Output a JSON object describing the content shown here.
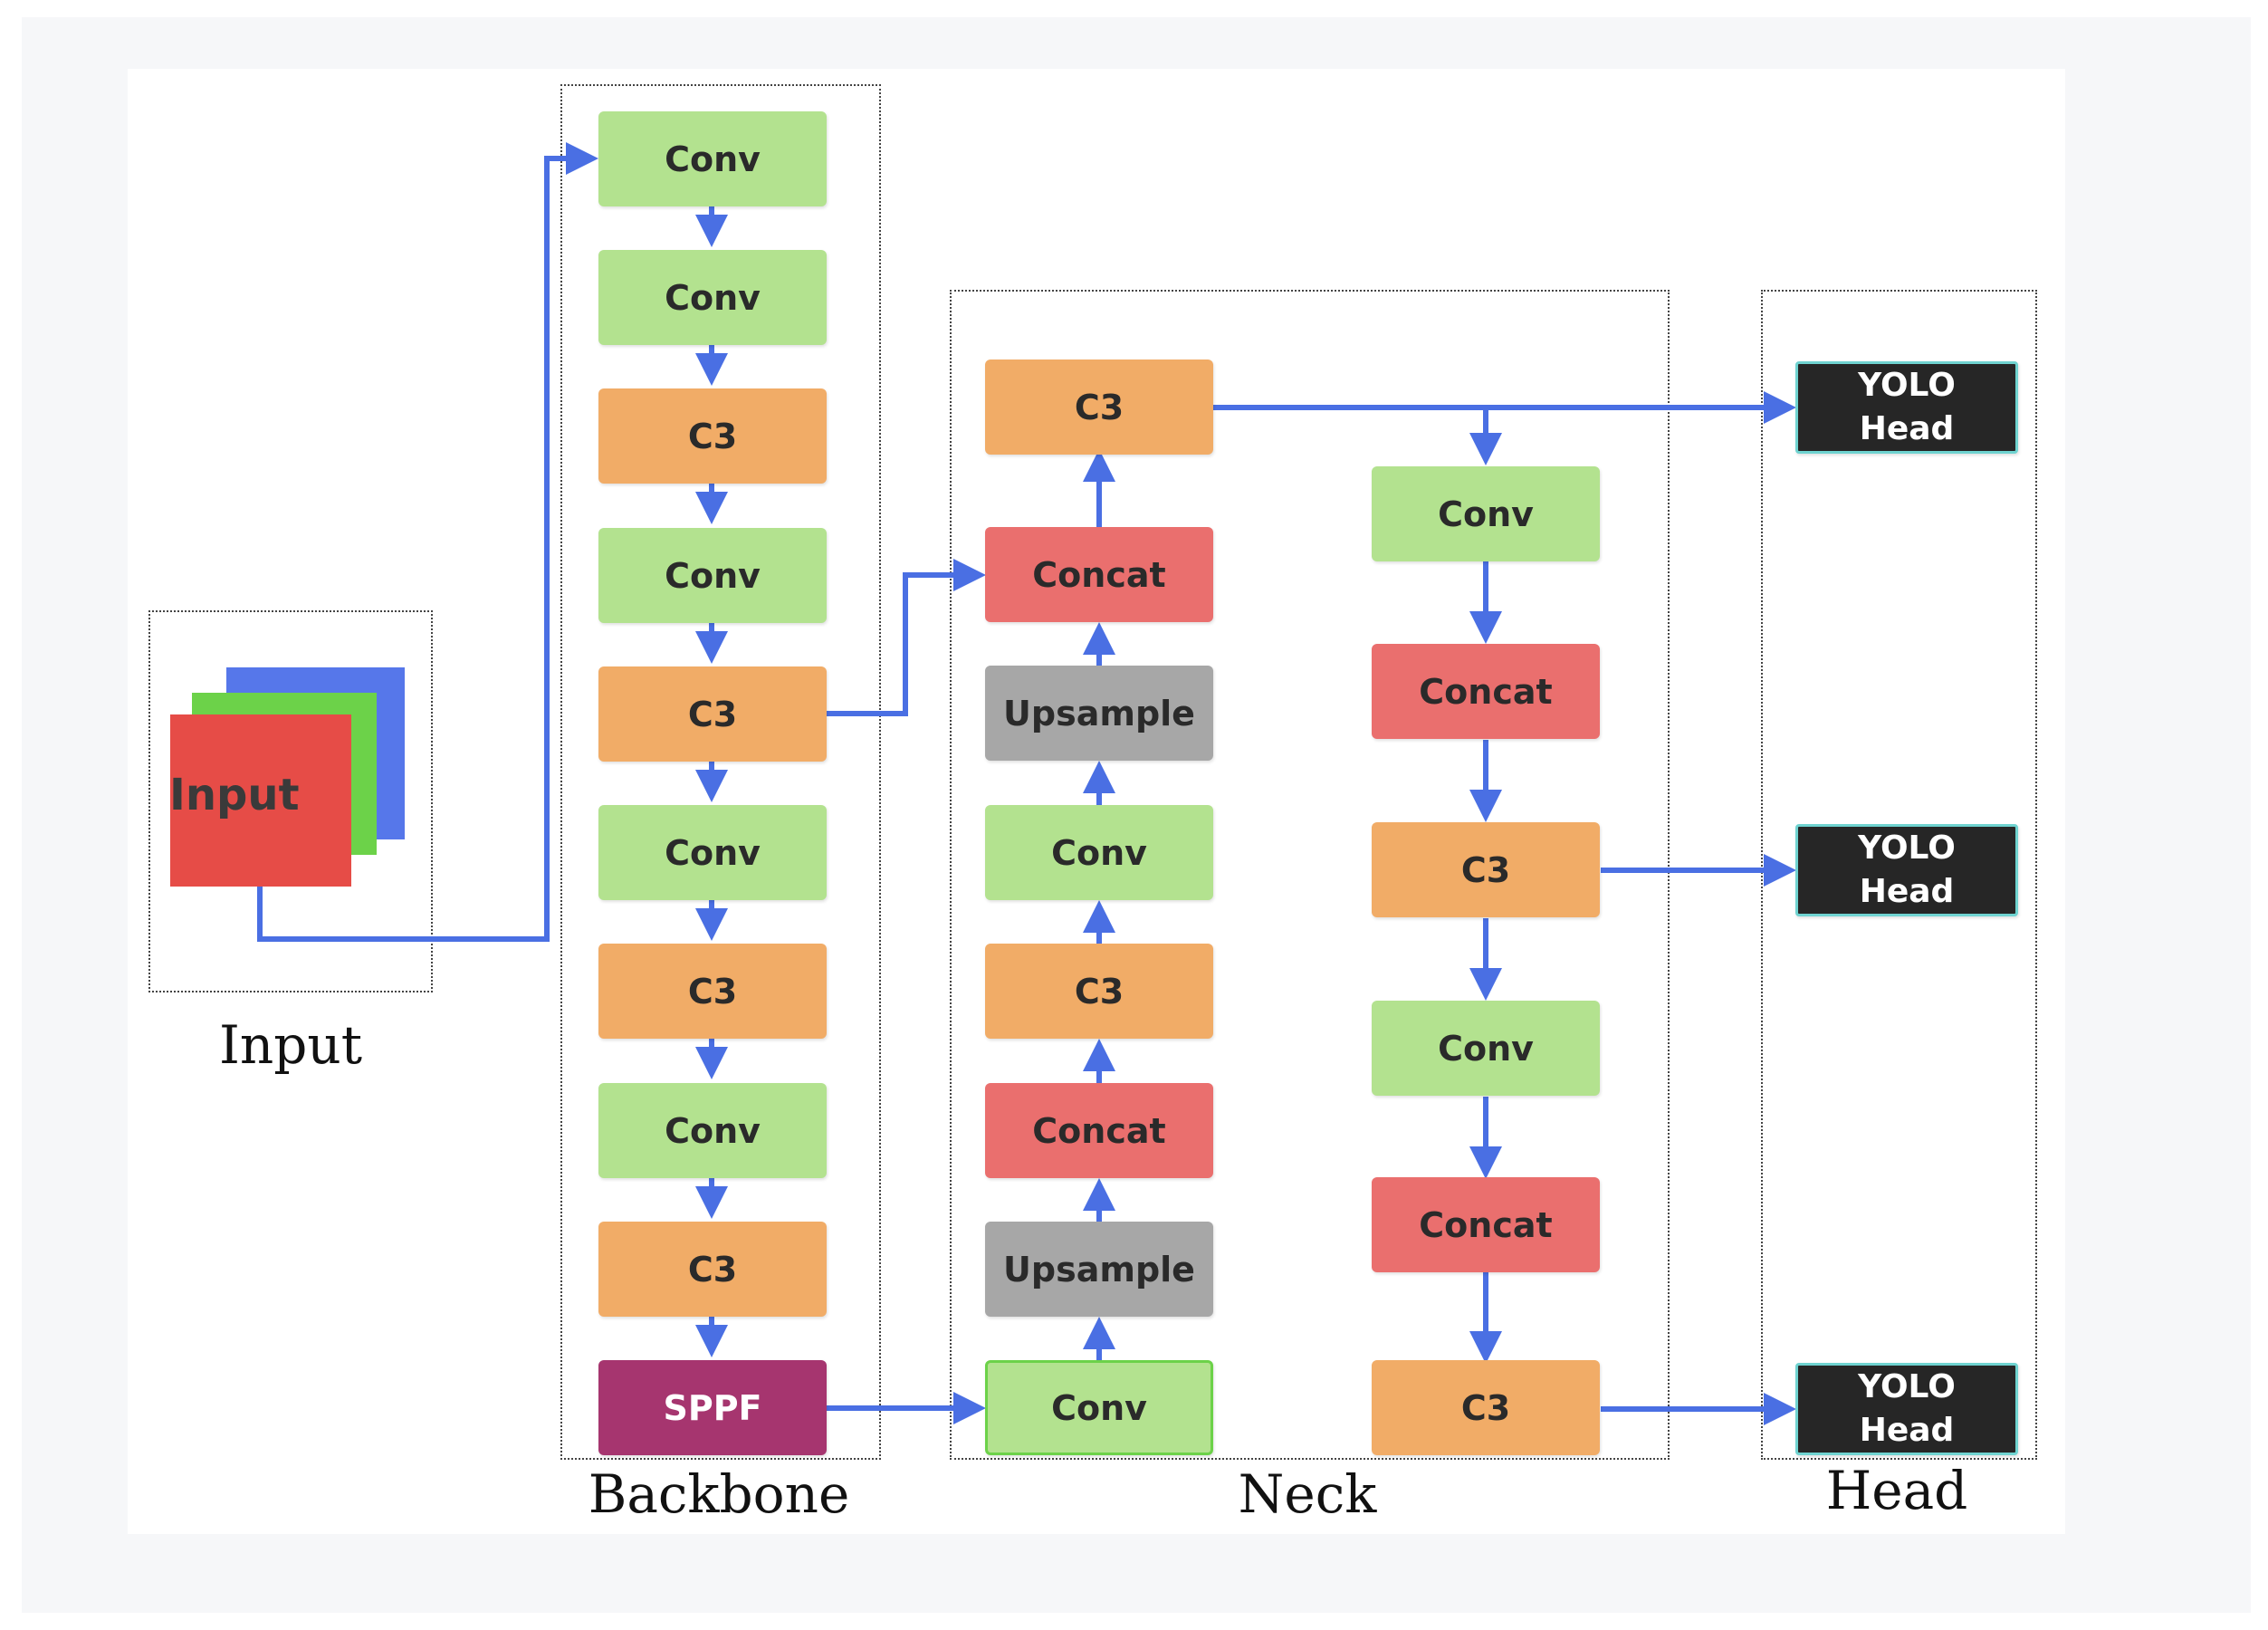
{
  "groups": {
    "input": "Input",
    "backbone": "Backbone",
    "neck": "Neck",
    "head": "Head"
  },
  "input_block": {
    "label": "Input"
  },
  "backbone": [
    "Conv",
    "Conv",
    "C3",
    "Conv",
    "C3",
    "Conv",
    "C3",
    "Conv",
    "C3",
    "SPPF"
  ],
  "neck_left": [
    "C3",
    "Concat",
    "Upsample",
    "Conv",
    "C3",
    "Concat",
    "Upsample",
    "Conv"
  ],
  "neck_right": [
    "Conv",
    "Concat",
    "C3",
    "Conv",
    "Concat",
    "C3"
  ],
  "heads": [
    {
      "line1": "YOLO",
      "line2": "Head"
    },
    {
      "line1": "YOLO",
      "line2": "Head"
    },
    {
      "line1": "YOLO",
      "line2": "Head"
    }
  ],
  "colors": {
    "conv": "#b3e28f",
    "c3": "#f1ac67",
    "concat": "#ea6f6e",
    "upsample": "#a7a7a7",
    "sppf": "#a6356f",
    "head": "#262626",
    "arrow": "#4a6fe3"
  }
}
